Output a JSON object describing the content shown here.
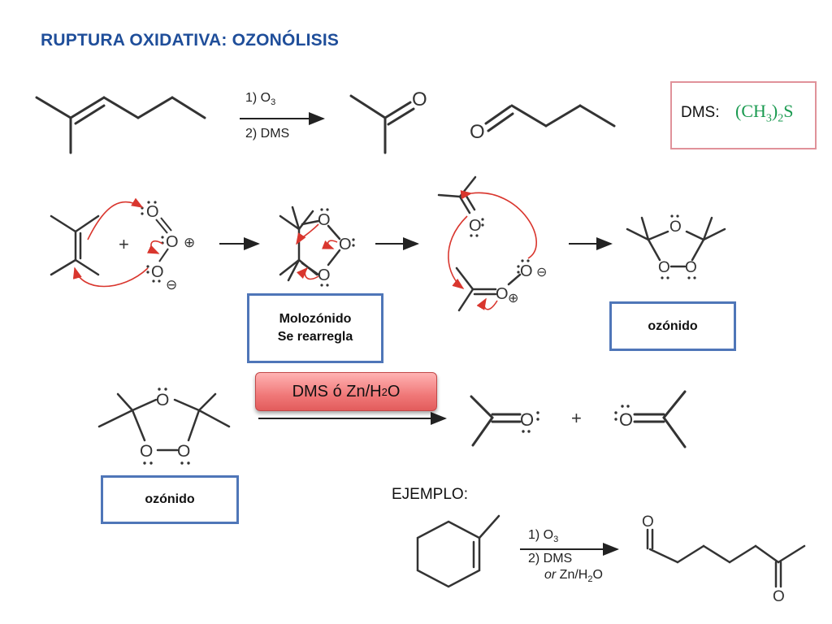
{
  "title": "RUPTURA OXIDATIVA: OZONÓLISIS",
  "reagents_top": {
    "step1": "1) O",
    "step1_sub": "3",
    "step2": "2) DMS"
  },
  "dms_box": {
    "label": "DMS:",
    "formula_a": "(CH",
    "formula_sub_a": "3",
    "formula_b": ")",
    "formula_sub_b": "2",
    "formula_c": "S"
  },
  "mechanism_boxes": {
    "molozonide_line1": "Molozónido",
    "molozonide_line2": "Se rearregla",
    "ozonide": "ozónido"
  },
  "reagent_button": {
    "text_a": "DMS  ó  Zn/H",
    "sub": "2",
    "text_b": "O"
  },
  "lower_box": "ozónido",
  "example_label": "EJEMPLO:",
  "example_reagents": {
    "step1": "1) O",
    "step1_sub": "3",
    "step2": "2) DMS",
    "step3_italic": "or",
    "step3": " Zn/H",
    "step3_sub": "2",
    "step3_end": "O"
  },
  "atom_labels": {
    "oxygen": "O",
    "plus": "+",
    "charge_pos": "⊕",
    "charge_neg": "⊖"
  },
  "colors": {
    "title_blue": "#1f4e9a",
    "box_blue": "#4f76b8",
    "arrow_red": "#d9362e",
    "dms_green": "#1a9a50",
    "dms_box_pink": "#e0929a"
  }
}
